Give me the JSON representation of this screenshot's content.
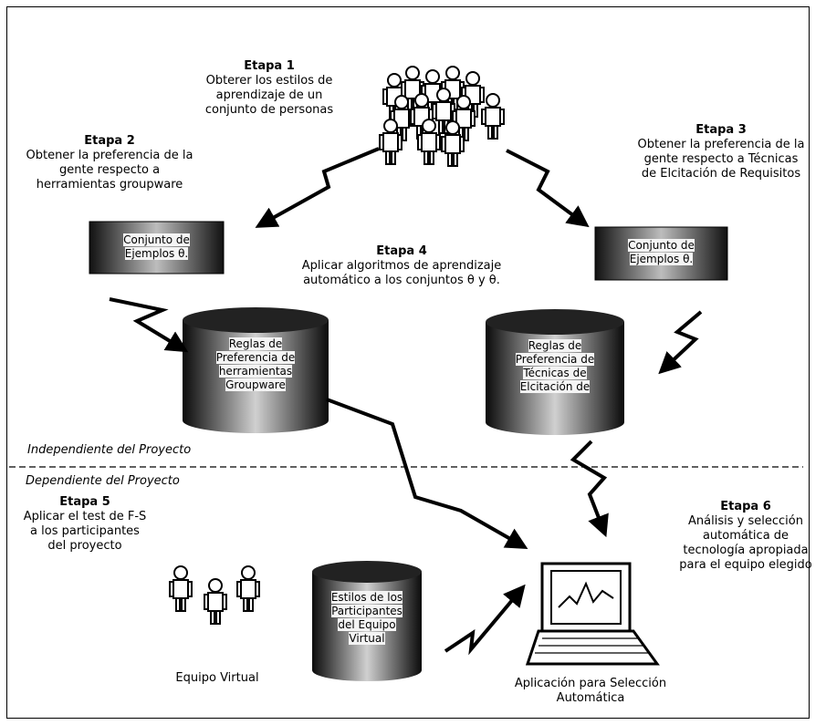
{
  "stage1": {
    "title": "Etapa 1",
    "lines": [
      "Obterer los estilos de",
      "aprendizaje de un",
      "conjunto de personas"
    ]
  },
  "stage2": {
    "title": "Etapa 2",
    "lines": [
      "Obtener la preferencia de la",
      "gente respecto a",
      "herramientas groupware"
    ]
  },
  "stage3": {
    "title": "Etapa 3",
    "lines": [
      "Obtener la preferencia de la",
      "gente respecto a Técnicas",
      "de Elcitación de Requisitos"
    ]
  },
  "stage4": {
    "title": "Etapa 4",
    "lines": [
      "Aplicar algoritmos de aprendizaje",
      "automático a los conjuntos θ  y θ."
    ]
  },
  "stage5": {
    "title": "Etapa 5",
    "lines": [
      "Aplicar el test de F-S",
      "a los participantes",
      "del proyecto"
    ]
  },
  "stage6": {
    "title": "Etapa 6",
    "lines": [
      "Análisis y selección",
      "automática de",
      "tecnología apropiada",
      "para el equipo elegido"
    ]
  },
  "box_left": {
    "lines": [
      "Conjunto de",
      "Ejemplos θ."
    ]
  },
  "box_right": {
    "lines": [
      "Conjunto de",
      "Ejemplos θ."
    ]
  },
  "cyl_left": {
    "lines": [
      "Reglas de",
      "Preferencia de",
      "herramientas",
      "Groupware"
    ]
  },
  "cyl_right": {
    "lines": [
      "Reglas de",
      "Preferencia de",
      "Técnicas de",
      "Elcitación de"
    ]
  },
  "cyl_bottom": {
    "lines": [
      "Estilos de los",
      "Participantes",
      "del Equipo",
      "Virtual"
    ]
  },
  "label_independent": "Independiente del Proyecto",
  "label_dependent": "Dependiente del Proyecto",
  "label_team": "Equipo Virtual",
  "label_app": [
    "Aplicación para Selección",
    "Automática"
  ]
}
